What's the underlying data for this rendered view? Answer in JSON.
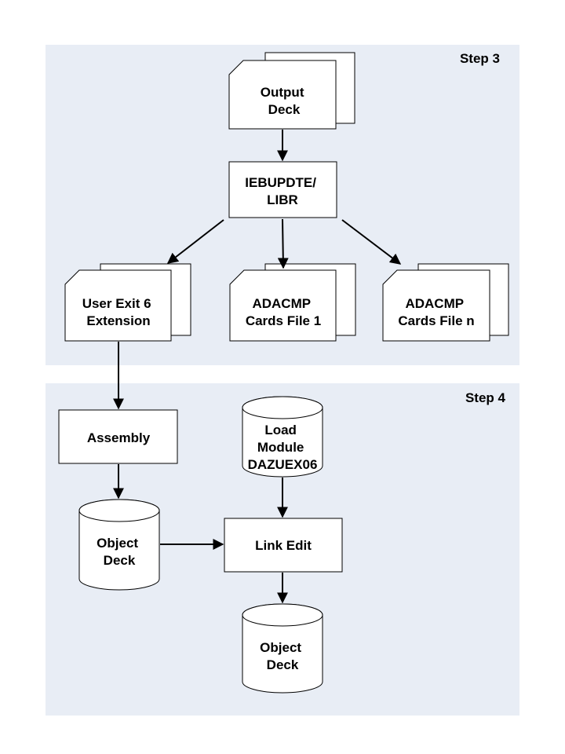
{
  "colors": {
    "panel": "#E8EDF5",
    "stroke": "#000000",
    "shape_fill": "#FFFFFF"
  },
  "step3": {
    "label": "Step 3",
    "output_deck": [
      "Output",
      "Deck"
    ],
    "iebupdte": [
      "IEBUPDTE/",
      "LIBR"
    ],
    "user_exit": [
      "User Exit 6",
      "Extension"
    ],
    "cards_1": [
      "ADACMP",
      "Cards File 1"
    ],
    "cards_n": [
      "ADACMP",
      "Cards File n"
    ]
  },
  "step4": {
    "label": "Step 4",
    "assembly": [
      "Assembly"
    ],
    "load_module": [
      "Load",
      "Module",
      "DAZUEX06"
    ],
    "object_deck_left": [
      "Object",
      "Deck"
    ],
    "link_edit": [
      "Link Edit"
    ],
    "object_deck_bottom": [
      "Object",
      "Deck"
    ]
  }
}
